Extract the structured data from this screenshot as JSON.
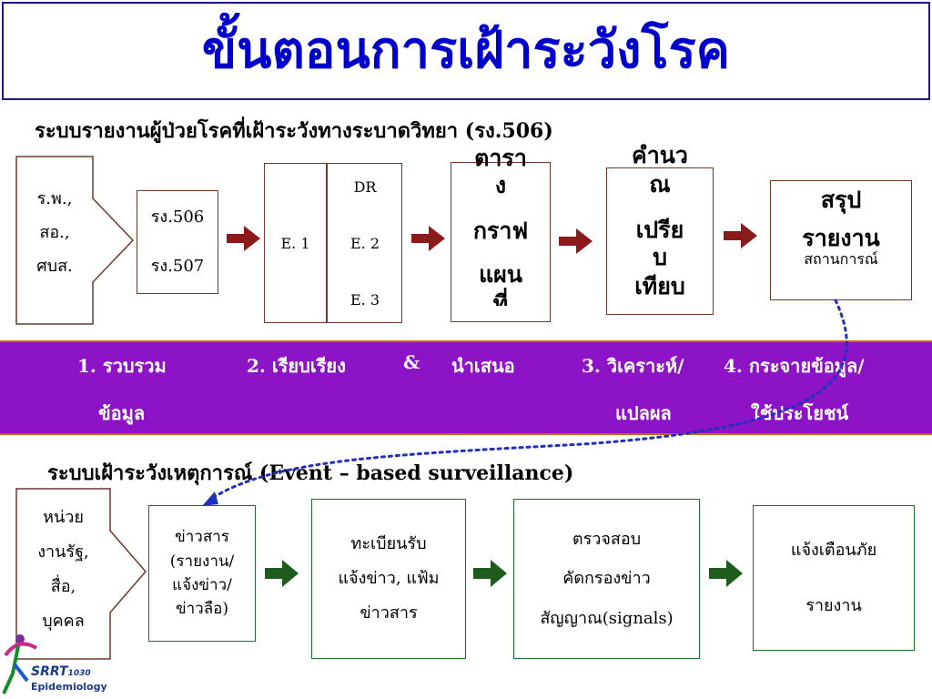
{
  "title": "ขั้นตอนการเฝ้าระวังโรค",
  "section1": {
    "heading": "ระบบรายงานผู้ป่วยโรคที่เฝ้าระวังทางระบาดวิทยา (รง.506)",
    "sources": [
      "ร.พ.,",
      "สอ.,",
      "ศบส."
    ],
    "forms": [
      "รง.506",
      "รง.507"
    ],
    "e1": "E. 1",
    "dr": "DR",
    "e2": "E. 2",
    "e3": "E. 3",
    "table_box": [
      "ตารา",
      "ง",
      "กราฟ",
      "แผน",
      "ที่"
    ],
    "calc_box": [
      "คำนว",
      "ณ",
      "เปรีย",
      "บ",
      "เทียบ"
    ],
    "summary_box": {
      "line1": "สรุป",
      "line2": "รายงาน",
      "line3": "สถานการณ์"
    }
  },
  "band": {
    "step1a": "1. รวบรวม",
    "step1b": "ข้อมูล",
    "step2a": "2. เรียบเรียง",
    "amp": "&",
    "step2b": "นำเสนอ",
    "step3a": "3. วิเคราะห์/",
    "step3b": "แปลผล",
    "step4a": "4. กระจายข้อมูล/",
    "step4b": "ใช้ประโยชน์"
  },
  "section2": {
    "heading": "ระบบเฝ้าระวังเหตุการณ์ (Event – based surveillance)",
    "sources": [
      "หน่วย",
      "งานรัฐ,",
      "สื่อ,",
      "บุคคล"
    ],
    "news_box": [
      "ข่าวสาร",
      "(รายงาน/",
      "แจ้งข่าว/",
      "ข่าวลือ)"
    ],
    "register_box": [
      "ทะเบียนรับ",
      "แจ้งข่าว,  แฟ้ม",
      "ข่าวสาร"
    ],
    "verify_box": [
      "ตรวจสอบ",
      "คัดกรองข่าว",
      "สัญญาณ(signals)"
    ],
    "alert_box": [
      "แจ้งเตือนภัย",
      "รายงาน"
    ]
  },
  "logo": {
    "name": "SRRT",
    "number": "1030",
    "sub": "Epidemiology"
  },
  "colors": {
    "title": "#0000cc",
    "band": "#8d14c6",
    "arrow_red": "#8b1a1a",
    "arrow_green": "#1e5c1e",
    "dotted": "#1f2fbf"
  }
}
